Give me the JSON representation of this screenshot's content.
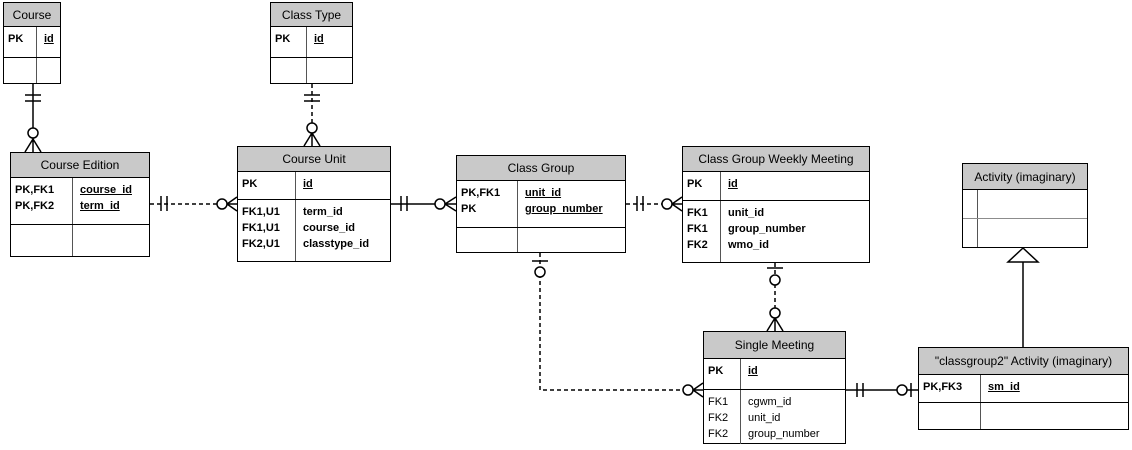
{
  "diagram_type": "entity-relationship-diagram",
  "colors": {
    "header_bg": "#c9c9c9",
    "border": "#000000",
    "inner_line": "#555555",
    "gray_separator": "#8c8c8c",
    "background": "#ffffff"
  },
  "entities": {
    "course": {
      "title": "Course",
      "rows": [
        {
          "keys": "PK",
          "field": "id"
        }
      ]
    },
    "class_type": {
      "title": "Class Type",
      "rows": [
        {
          "keys": "PK",
          "field": "id"
        }
      ]
    },
    "course_edition": {
      "title": "Course Edition",
      "rows": [
        {
          "keys": "PK,FK1",
          "field": "course_id"
        },
        {
          "keys": "PK,FK2",
          "field": "term_id"
        }
      ]
    },
    "course_unit": {
      "title": "Course Unit",
      "pk_rows": [
        {
          "keys": "PK",
          "field": "id"
        }
      ],
      "attr_rows": [
        {
          "keys": "FK1,U1",
          "field": "term_id"
        },
        {
          "keys": "FK1,U1",
          "field": "course_id"
        },
        {
          "keys": "FK2,U1",
          "field": "classtype_id"
        }
      ]
    },
    "class_group": {
      "title": "Class Group",
      "rows": [
        {
          "keys": "PK,FK1",
          "field": "unit_id"
        },
        {
          "keys": "PK",
          "field": "group_number"
        }
      ]
    },
    "class_group_weekly_meeting": {
      "title": "Class Group Weekly Meeting",
      "pk_rows": [
        {
          "keys": "PK",
          "field": "id"
        }
      ],
      "attr_rows": [
        {
          "keys": "FK1",
          "field": "unit_id"
        },
        {
          "keys": "FK1",
          "field": "group_number"
        },
        {
          "keys": "FK2",
          "field": "wmo_id"
        }
      ]
    },
    "activity": {
      "title": "Activity (imaginary)"
    },
    "single_meeting": {
      "title": "Single Meeting",
      "pk_rows": [
        {
          "keys": "PK",
          "field": "id"
        }
      ],
      "attr_rows": [
        {
          "keys": "FK1",
          "field": "cgwm_id"
        },
        {
          "keys": "FK2",
          "field": "unit_id"
        },
        {
          "keys": "FK2",
          "field": "group_number"
        }
      ]
    },
    "classgroup2_activity": {
      "title": "\"classgroup2\" Activity (imaginary)",
      "rows": [
        {
          "keys": "PK,FK3",
          "field": "sm_id"
        }
      ]
    }
  },
  "relationships": [
    {
      "from": "Course",
      "to": "Course Edition",
      "from_cardinality": "exactly-one",
      "to_cardinality": "zero-or-many",
      "line": "solid"
    },
    {
      "from": "Class Type",
      "to": "Course Unit",
      "from_cardinality": "exactly-one",
      "to_cardinality": "zero-or-many",
      "line": "dashed"
    },
    {
      "from": "Course Edition",
      "to": "Course Unit",
      "from_cardinality": "exactly-one",
      "to_cardinality": "zero-or-many",
      "line": "dashed"
    },
    {
      "from": "Course Unit",
      "to": "Class Group",
      "from_cardinality": "exactly-one",
      "to_cardinality": "zero-or-many",
      "line": "solid"
    },
    {
      "from": "Class Group",
      "to": "Class Group Weekly Meeting",
      "from_cardinality": "exactly-one",
      "to_cardinality": "zero-or-many",
      "line": "dashed"
    },
    {
      "from": "Class Group",
      "to": "Single Meeting",
      "from_cardinality": "zero-or-one",
      "to_cardinality": "zero-or-many",
      "line": "dashed"
    },
    {
      "from": "Class Group Weekly Meeting",
      "to": "Single Meeting",
      "from_cardinality": "zero-or-one",
      "to_cardinality": "zero-or-many",
      "line": "dashed"
    },
    {
      "from": "Single Meeting",
      "to": "\"classgroup2\" Activity (imaginary)",
      "from_cardinality": "exactly-one",
      "to_cardinality": "zero-or-one",
      "line": "solid"
    },
    {
      "from": "\"classgroup2\" Activity (imaginary)",
      "to": "Activity (imaginary)",
      "type": "inheritance",
      "line": "solid"
    }
  ]
}
